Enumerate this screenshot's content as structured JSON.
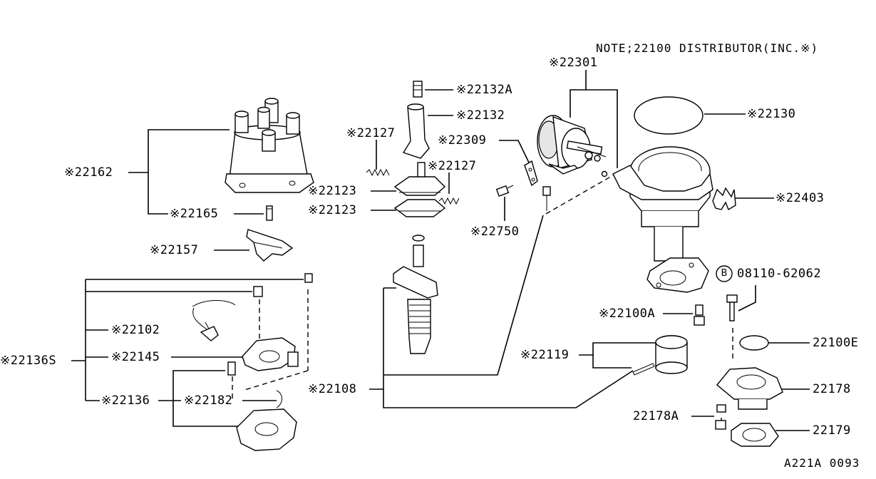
{
  "note": "NOTE;22100 DISTRIBUTOR(INC.※)",
  "diagram_code": "A221A 0093",
  "bolt_symbol": "B",
  "labels": {
    "p22301": "※22301",
    "p22132A": "※22132A",
    "p22132": "※22132",
    "p22130": "※22130",
    "p22127a": "※22127",
    "p22127b": "※22127",
    "p22309": "※22309",
    "p22162": "※22162",
    "p22123a": "※22123",
    "p22123b": "※22123",
    "p22403": "※22403",
    "p22165": "※22165",
    "p22750": "※22750",
    "p22157": "※22157",
    "p08110": "08110-62062",
    "p22100A": "※22100A",
    "p22102": "※22102",
    "p22100E": "22100E",
    "p22136S": "※22136S",
    "p22145": "※22145",
    "p22119": "※22119",
    "p22108": "※22108",
    "p22178": "22178",
    "p22136": "※22136",
    "p22182": "※22182",
    "p22178A": "22178A",
    "p22179": "22179"
  }
}
